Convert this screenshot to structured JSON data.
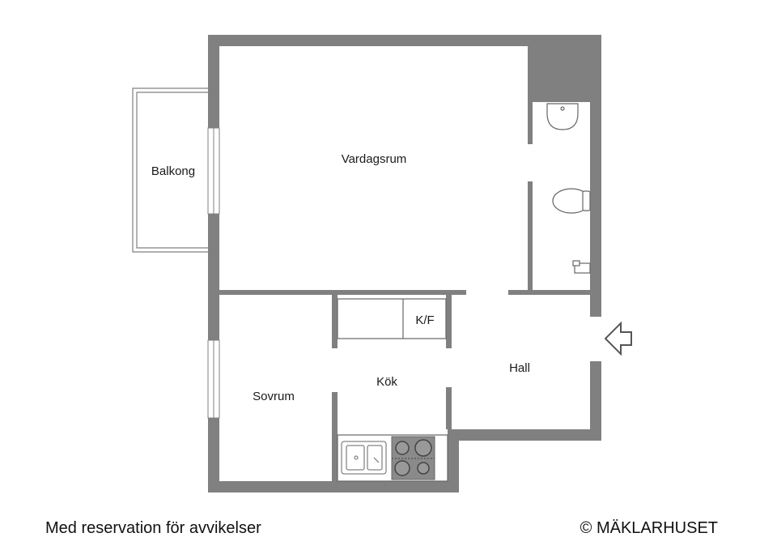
{
  "rooms": {
    "balcony": "Balkong",
    "living_room": "Vardagsrum",
    "fridge_freezer": "K/F",
    "kitchen": "Kök",
    "hall": "Hall",
    "bedroom": "Sovrum"
  },
  "footer": {
    "disclaimer": "Med reservation för avvikelser",
    "copyright": "© MÄKLARHUSET"
  },
  "colors": {
    "wall": "#808080",
    "background": "#ffffff",
    "text": "#1a1a1a"
  }
}
